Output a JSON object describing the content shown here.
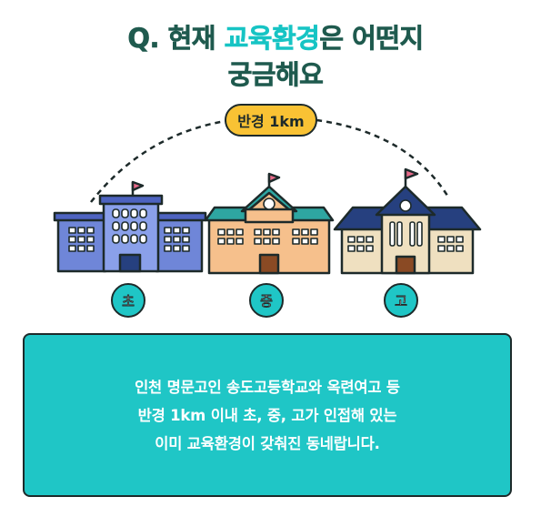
{
  "title": {
    "line1_prefix": "Q. 현재 ",
    "line1_accent": "교육환경",
    "line1_suffix": "은 어떤지",
    "line2": "궁금해요"
  },
  "radius_label": "반경 1km",
  "schools": [
    {
      "label": "초"
    },
    {
      "label": "중"
    },
    {
      "label": "고"
    }
  ],
  "description": {
    "lines": [
      "인천 명문고인 송도고등학교와 옥련여고 등",
      "반경 1km 이내 초, 중, 고가 인접해 있는",
      "이미 교육환경이 갖춰진 동네랍니다."
    ]
  },
  "colors": {
    "title_dark": "#1f5a4e",
    "title_accent": "#17c4c4",
    "teal": "#1fc6c6",
    "pill_yellow": "#f9c234",
    "elementary_blue": "#6f86d8",
    "middle_peach": "#f6c08c",
    "high_beige": "#efe0c0",
    "roof_navy": "#26407f"
  }
}
